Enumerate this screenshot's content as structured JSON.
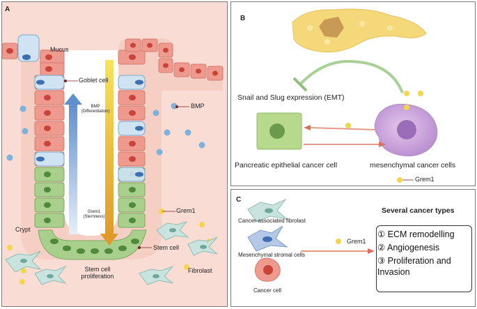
{
  "panelA": {
    "label": "A",
    "mucus": "Mucus",
    "goblet_cell": "Goblet cell",
    "bmp": "BMP",
    "bmp_arrow_line1": "BMP",
    "bmp_arrow_line2": "(Differentiation)",
    "grem1_arrow_line1": "Grem1",
    "grem1_arrow_line2": "(Sternness)",
    "grem1": "Grem1",
    "crypt": "Crypt",
    "stem_cell": "Stem cell",
    "stem_prolif_line1": "Stem cell",
    "stem_prolif_line2": "proliferation",
    "fibroblast": "Fibrolast"
  },
  "panelB": {
    "label": "B",
    "emt": "Snail and Slug expression (EMT)",
    "epithelial": "Pancreatic epithelial cancer cell",
    "mesenchymal": "mesenchymal cancer cells",
    "grem1": "Grem1"
  },
  "panelC": {
    "label": "C",
    "caf": "Cancer-associated fibrolast",
    "msc": "Mesenchymal stromal cells",
    "cancer_cell": "Cancer cell",
    "grem1": "Grem1",
    "title": "Several cancer types",
    "outcomes": [
      "① ECM remodelling",
      "② Angiogenesis",
      "③ Proliferation and",
      "Invasion"
    ]
  },
  "colors": {
    "bmp_dot": "#7fb2d9",
    "grem1_dot": "#f3d64b",
    "red_cell": "#ef9a8e",
    "green_cell": "#a9cf8d",
    "bmp_arrow": "#6f9bd1",
    "grem1_arrow": "#e5c020"
  }
}
